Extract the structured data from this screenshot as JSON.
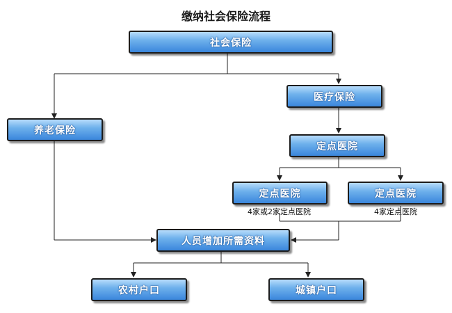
{
  "title": "缴纳社会保险流程",
  "nodes": {
    "social_insurance": "社会保险",
    "medical_insurance": "医疗保险",
    "pension_insurance": "养老保险",
    "designated_hospital": "定点医院",
    "hospital_left": "定点医院",
    "hospital_right": "定点医院",
    "required_documents": "人员增加所需资料",
    "rural_household": "农村户口",
    "urban_household": "城镇户口"
  },
  "notes": {
    "left": "4家或2家定点医院",
    "right": "4家定点医院"
  },
  "colors": {
    "node_top": "#b7dcfb",
    "node_bottom": "#3a86dc",
    "border": "#1c1c1c",
    "line": "#222222"
  }
}
